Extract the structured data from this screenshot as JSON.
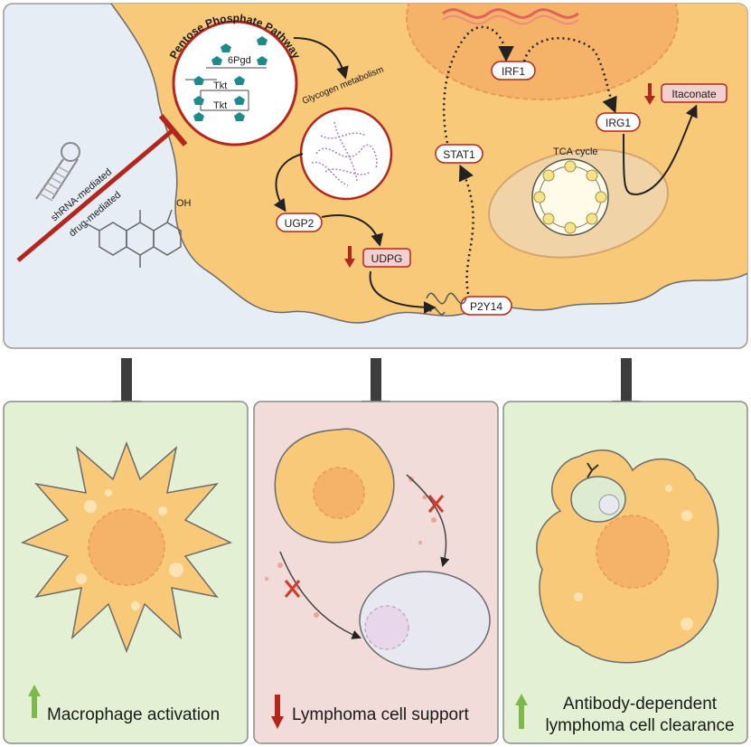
{
  "pathway": {
    "title": "Pentose Phosphate Pathway",
    "enzyme_6pgd": "6Pgd",
    "enzyme_tkt_1": "Tkt",
    "enzyme_tkt_2": "Tkt"
  },
  "glycogen": {
    "label": "Glycogen metabolism"
  },
  "tca": {
    "label": "TCA cycle"
  },
  "nodes": {
    "ugp2": "UGP2",
    "udpg": "UDPG",
    "p2y14": "P2Y14",
    "stat1": "STAT1",
    "irf1": "IRF1",
    "irg1": "IRG1",
    "itaconate": "Itaconate"
  },
  "inhibitors": {
    "shrna": "shRNA-mediated",
    "drug": "drug-mediated",
    "oh": "OH"
  },
  "outcomes": [
    {
      "direction": "up",
      "label": "Macrophage activation"
    },
    {
      "direction": "down",
      "label": "Lymphoma cell support"
    },
    {
      "direction": "up",
      "label_line1": "Antibody-dependent",
      "label_line2": "lymphoma cell clearance"
    }
  ],
  "colors": {
    "cell_fill": "#f9c97a",
    "outline": "#6b6b6b",
    "red": "#b3261e",
    "panel_green": "#e4f0d3",
    "panel_pink": "#f1dcd9",
    "arrow_dark": "#3d3d3d",
    "arrow_green": "#7db84a"
  }
}
